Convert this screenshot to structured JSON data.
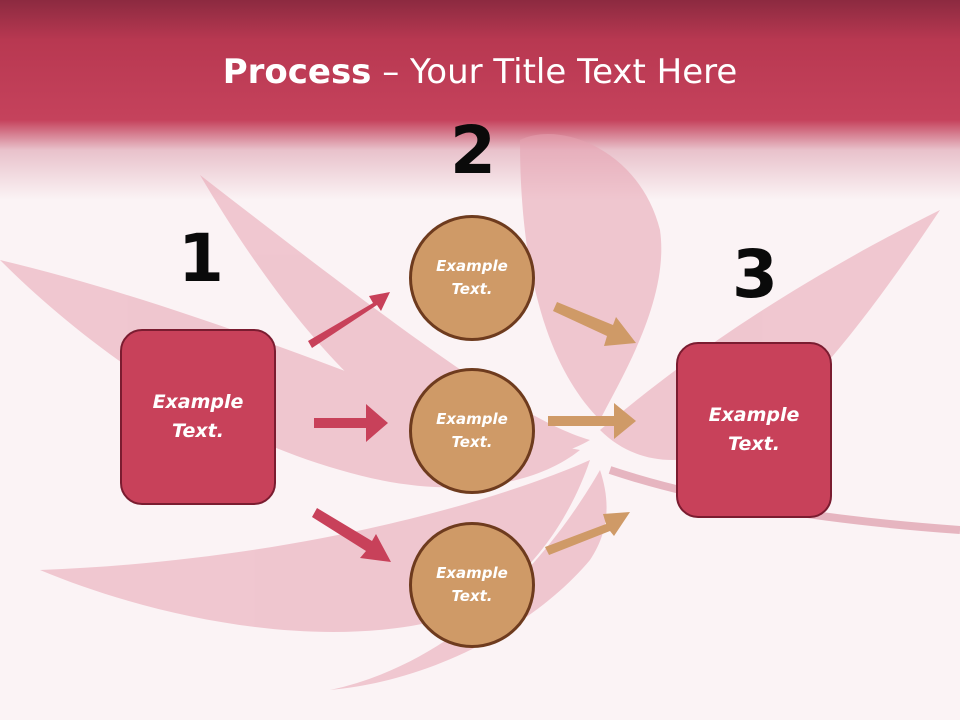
{
  "slide": {
    "title_bold": "Process",
    "title_rest": " – Your Title Text Here",
    "steps": [
      {
        "number": "1",
        "text_line1": "Example",
        "text_line2": "Text."
      },
      {
        "number": "2"
      },
      {
        "number": "3",
        "text_line1": "Example",
        "text_line2": "Text."
      }
    ],
    "circles": [
      {
        "text_line1": "Example",
        "text_line2": "Text."
      },
      {
        "text_line1": "Example",
        "text_line2": "Text."
      },
      {
        "text_line1": "Example",
        "text_line2": "Text."
      }
    ]
  },
  "colors": {
    "header": "#c5425c",
    "box_fill": "#c8415a",
    "circle_fill": "#cf9a67",
    "arrow_red": "#c8415a",
    "arrow_tan": "#cf9a67"
  }
}
